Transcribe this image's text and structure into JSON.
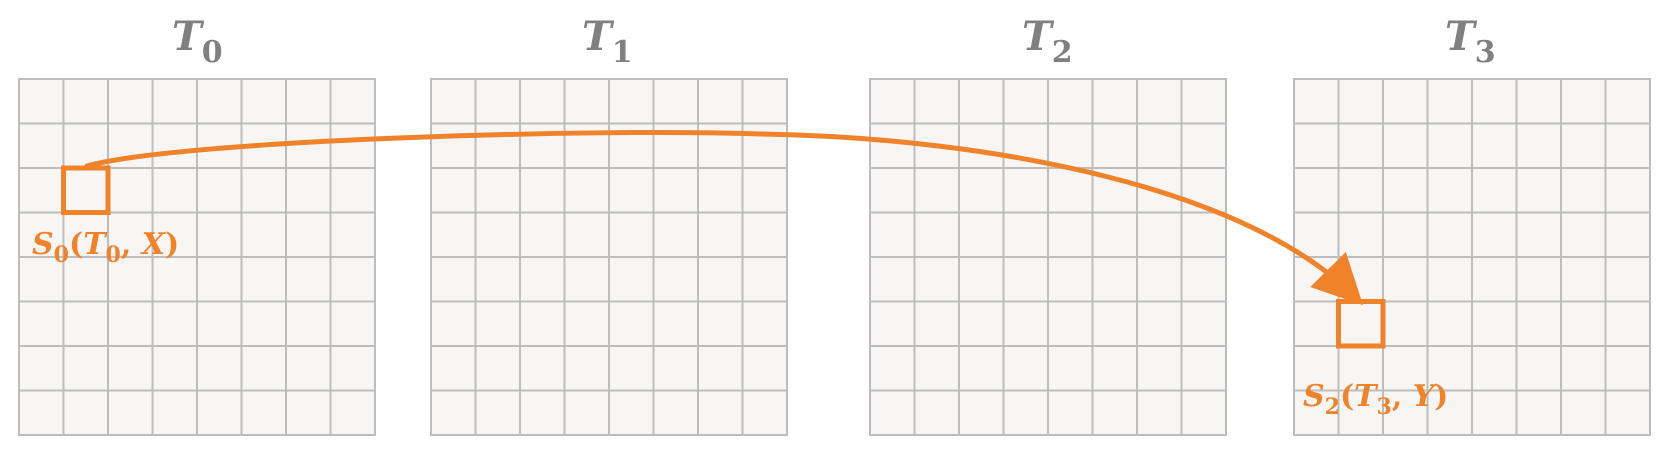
{
  "colors": {
    "grid_fill": "#f7f6f4",
    "grid_line": "#bdbdbd",
    "title": "#808080",
    "accent": "#f0832a"
  },
  "grid_size": {
    "rows": 8,
    "cols": 8
  },
  "grids": [
    {
      "id": "T0",
      "title_main": "T",
      "title_sub": "0"
    },
    {
      "id": "T1",
      "title_main": "T",
      "title_sub": "1"
    },
    {
      "id": "T2",
      "title_main": "T",
      "title_sub": "2"
    },
    {
      "id": "T3",
      "title_main": "T",
      "title_sub": "3"
    }
  ],
  "highlights": [
    {
      "grid_index": 0,
      "row": 2,
      "col": 1,
      "label": {
        "s": "S",
        "s_sub": "0",
        "open": "(",
        "t": "T",
        "t_sub": "0",
        "sep": ", ",
        "var": "X",
        "close": ")"
      }
    },
    {
      "grid_index": 3,
      "row": 5,
      "col": 1,
      "label": {
        "s": "S",
        "s_sub": "2",
        "open": "(",
        "t": "T",
        "t_sub": "3",
        "sep": ", ",
        "var": "Y",
        "close": ")"
      }
    }
  ],
  "arrow": {
    "from_highlight": 0,
    "to_highlight": 1
  }
}
